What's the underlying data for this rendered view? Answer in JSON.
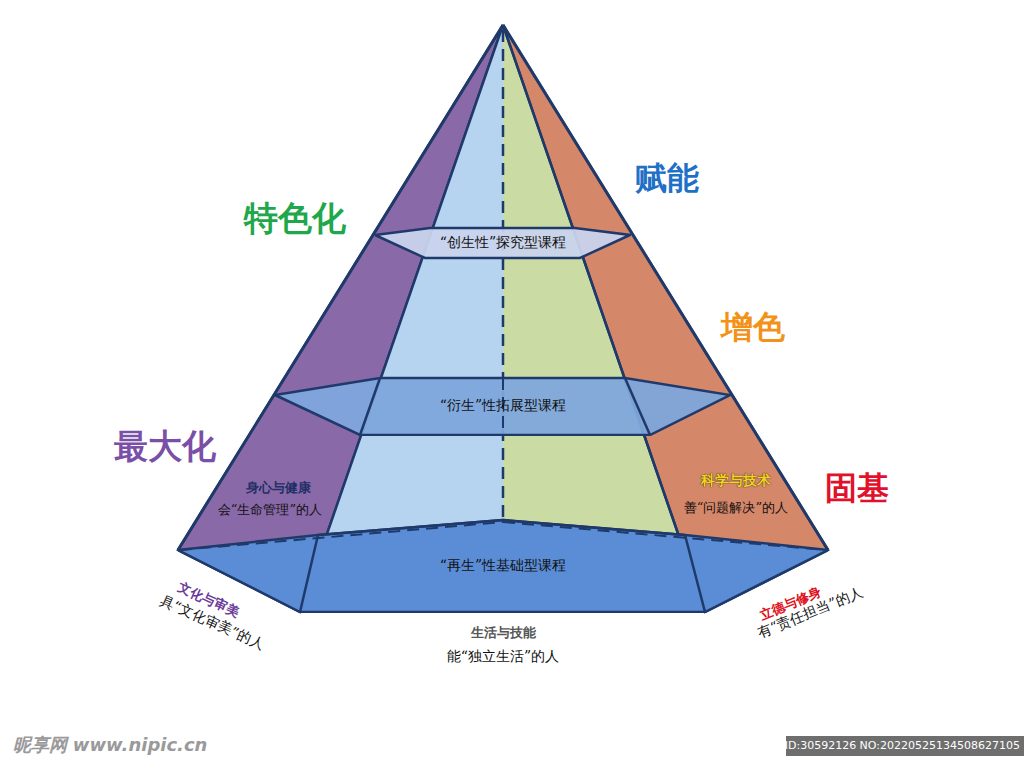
{
  "diagram": {
    "nodes": [
      {
        "text": [
          "“创生性”探究型课程"
        ]
      },
      {
        "text": [
          "“衍生”性拓展型课程"
        ]
      },
      {
        "text": [
          "“再生”性基础型课程"
        ]
      }
    ],
    "labels": [
      "特色化",
      "赋能",
      "增色",
      "最大化",
      "科学与技术",
      "善“问题解决”的人",
      "固基",
      "身心与健康",
      "会“生命管理”的人",
      "文化与审美",
      "具“文化审美”的人",
      "生活与技能",
      "能“独立生活”的人",
      "立德与修身",
      "有“责任担当”的人",
      "昵享网 www.nipic.cn",
      "ID:30592126 NO:20220525134508627105"
    ]
  }
}
